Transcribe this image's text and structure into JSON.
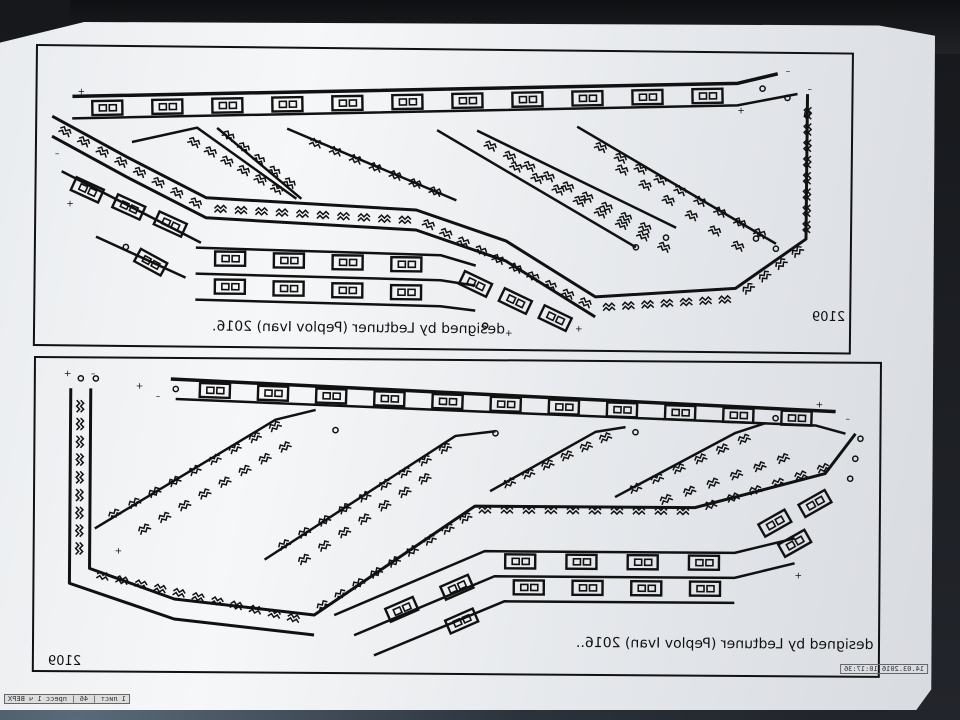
{
  "photo": {
    "subject": "printed PCB layout sheets",
    "colors": {
      "ink": "#111111",
      "paper": "#eef0f2",
      "background": "#1d1f24"
    }
  },
  "boards": [
    {
      "id": "top",
      "credit": "designed by Ledtuner (Peplov Ivan) 2016.",
      "code": "2109"
    },
    {
      "id": "bottom",
      "credit": "designed by Ledtuner (Peplov Ivan) 2016..",
      "code": "2109"
    }
  ],
  "footer": {
    "left": "1 лист | 46 | пресс 1 ч ВЕРХ",
    "right": "14.03.2016 10:17:36"
  }
}
